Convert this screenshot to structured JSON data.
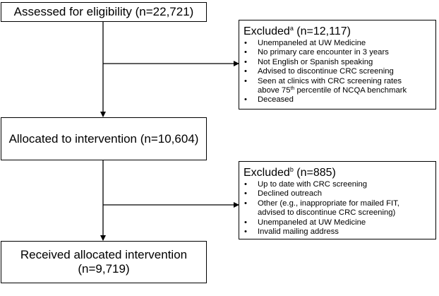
{
  "boxes": {
    "assessed": "Assessed for eligibility (n=22,721)",
    "allocated": "Allocated to intervention (n=10,604)",
    "received_line1": "Received allocated intervention",
    "received_line2": "(n=9,719)"
  },
  "excluded_a": {
    "label": "Excluded",
    "superscript": "a",
    "count": " (n=12,117)",
    "items": [
      {
        "text": "Unempaneled at UW Medicine"
      },
      {
        "text": "No primary care encounter in 3 years"
      },
      {
        "text": "Not English or Spanish speaking"
      },
      {
        "text": "Advised to discontinue CRC screening"
      },
      {
        "line1": "Seen at clinics with CRC screening rates",
        "line2_pre": "above 75",
        "line2_sup": "th",
        "line2_post": " percentile of NCQA benchmark"
      },
      {
        "text": "Deceased"
      }
    ]
  },
  "excluded_b": {
    "label": "Excluded",
    "superscript": "b",
    "count": " (n=885)",
    "items": [
      {
        "text": "Up to date with CRC screening"
      },
      {
        "text": "Declined outreach"
      },
      {
        "line1": "Other (e.g., inappropriate for mailed FIT,",
        "line2": "advised to discontinue CRC screening)"
      },
      {
        "text": "Unempaneled at UW Medicine"
      },
      {
        "text": "Invalid mailing address"
      }
    ]
  }
}
